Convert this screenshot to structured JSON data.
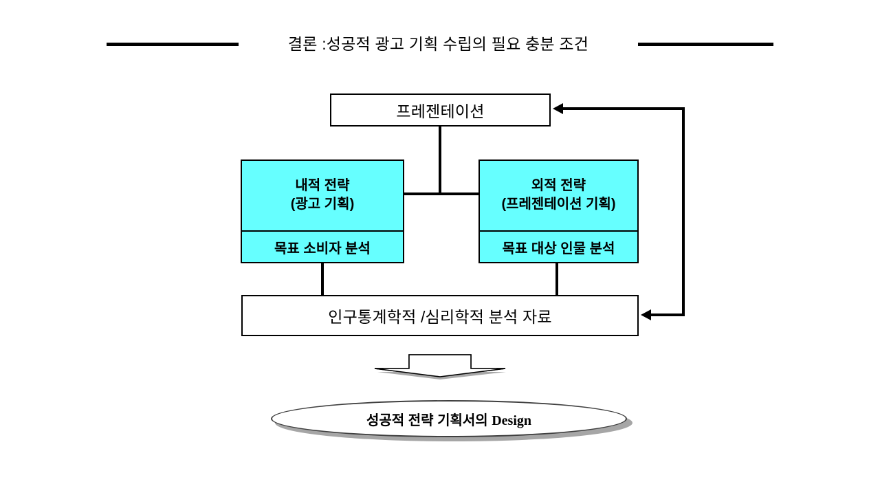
{
  "slide": {
    "title": "결론 :성공적 광고 기획 수립의 필요 충분 조건",
    "background_color": "#ffffff",
    "accent_color": "#66ffff",
    "line_color": "#000000"
  },
  "nodes": {
    "presentation": {
      "label": "프레젠테이션",
      "fill": "#ffffff"
    },
    "internal_strategy": {
      "title_line1": "내적 전략",
      "title_line2": "(광고 기획)",
      "subtitle": "목표 소비자 분석",
      "fill": "#66ffff"
    },
    "external_strategy": {
      "title_line1": "외적 전략",
      "title_line2": "(프레젠테이션 기획)",
      "subtitle": "목표 대상 인물 분석",
      "fill": "#66ffff"
    },
    "analysis_data": {
      "label": "인구통계학적 /심리학적 분석 자료",
      "fill": "#ffffff"
    },
    "outcome": {
      "label_korean": "성공적 전략 기획서의 ",
      "label_latin": "Design",
      "fill": "#ffffff"
    }
  },
  "connectors": {
    "feedback_to_presentation": "arrow-left",
    "feedback_to_analysis": "arrow-left",
    "down_arrow": "down-block-arrow"
  }
}
